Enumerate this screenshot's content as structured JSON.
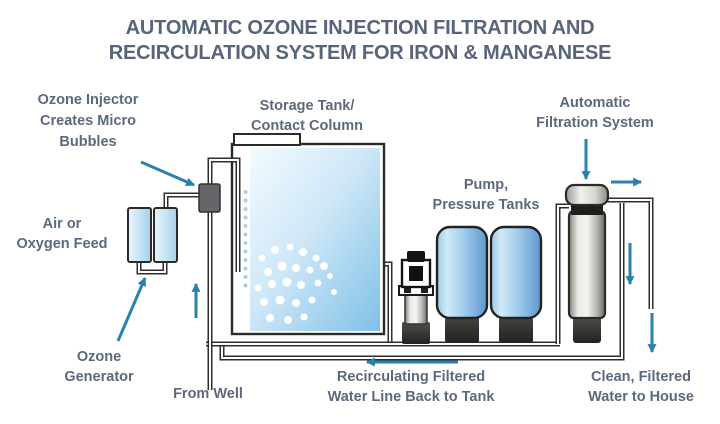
{
  "title": {
    "line1": "AUTOMATIC OZONE INJECTION FILTRATION AND",
    "line2": "RECIRCULATION SYSTEM FOR IRON & MANGANESE"
  },
  "labels": {
    "ozone_injector": [
      "Ozone Injector",
      "Creates Micro",
      "Bubbles"
    ],
    "air_feed": [
      "Air or",
      "Oxygen Feed"
    ],
    "storage_tank": [
      "Storage Tank/",
      "Contact Column"
    ],
    "filtration_system": [
      "Automatic",
      "Filtration System"
    ],
    "pump_pressure_tanks": [
      "Pump,",
      "Pressure Tanks"
    ],
    "ozone_generator": [
      "Ozone",
      "Generator"
    ],
    "from_well": "From Well",
    "recirculating_line": [
      "Recirculating Filtered",
      "Water Line Back to Tank"
    ],
    "clean_water": [
      "Clean, Filtered",
      "Water to House"
    ]
  },
  "colors": {
    "title": "#56657a",
    "label": "#5a6a7c",
    "arrow": "#2a82ac",
    "pipe": "#2e2e2e",
    "water-light": "#eff8fd",
    "water-deep": "#7fc0e7",
    "tank-blue": "#8fc3e9",
    "metal-gray": "#c9c9c2",
    "outline-dark": "#2b2a27"
  }
}
